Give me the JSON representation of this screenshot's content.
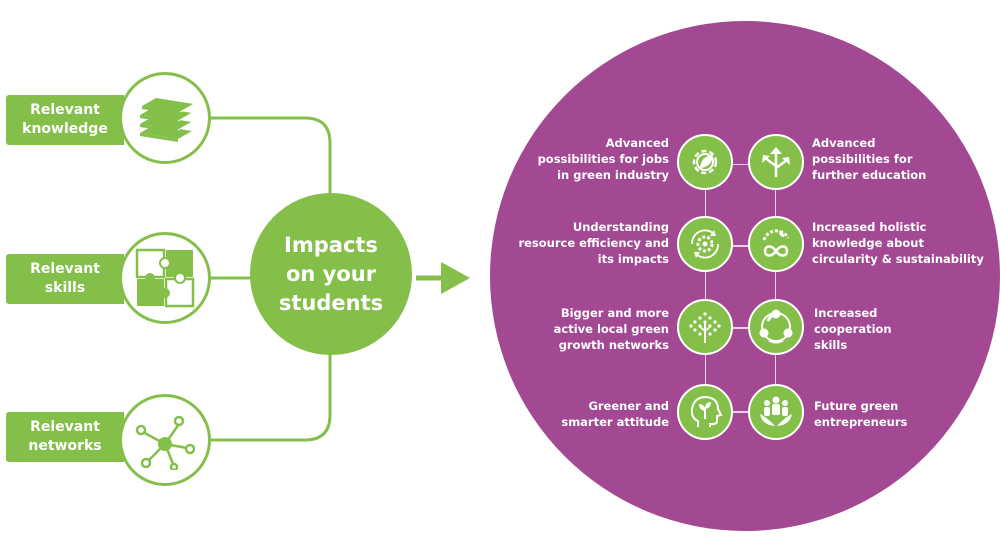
{
  "inputs": [
    {
      "label_lines": [
        "Relevant",
        "knowledge"
      ],
      "icon": "books-icon"
    },
    {
      "label_lines": [
        "Relevant",
        "skills"
      ],
      "icon": "puzzle-icon"
    },
    {
      "label_lines": [
        "Relevant",
        "networks"
      ],
      "icon": "network-icon"
    }
  ],
  "hub": {
    "lines": [
      "Impacts",
      "on your",
      "students"
    ]
  },
  "impacts_left": [
    {
      "lines": [
        "Advanced",
        "possibilities for jobs",
        "in green industry"
      ],
      "icon": "gear-leaf-icon"
    },
    {
      "lines": [
        "Understanding",
        "resource efficiency and",
        "its impacts"
      ],
      "icon": "gear-cycle-icon"
    },
    {
      "lines": [
        "Bigger and more",
        "active local green",
        "growth networks"
      ],
      "icon": "dots-tree-icon"
    },
    {
      "lines": [
        "Greener and",
        "smarter attitude"
      ],
      "icon": "head-sprout-icon"
    }
  ],
  "impacts_right": [
    {
      "lines": [
        "Advanced",
        "possibilities for",
        "further education"
      ],
      "icon": "split-arrows-icon"
    },
    {
      "lines": [
        "Increased holistic",
        "knowledge about",
        "circularity & sustainability"
      ],
      "icon": "infinity-globe-icon"
    },
    {
      "lines": [
        "Increased",
        "cooperation",
        "skills"
      ],
      "icon": "circle-people-icon"
    },
    {
      "lines": [
        "Future green",
        "entrepreneurs"
      ],
      "icon": "people-leaves-icon"
    }
  ],
  "colors": {
    "green": "#84bf4a",
    "purple": "#a34993",
    "white": "#ffffff"
  }
}
